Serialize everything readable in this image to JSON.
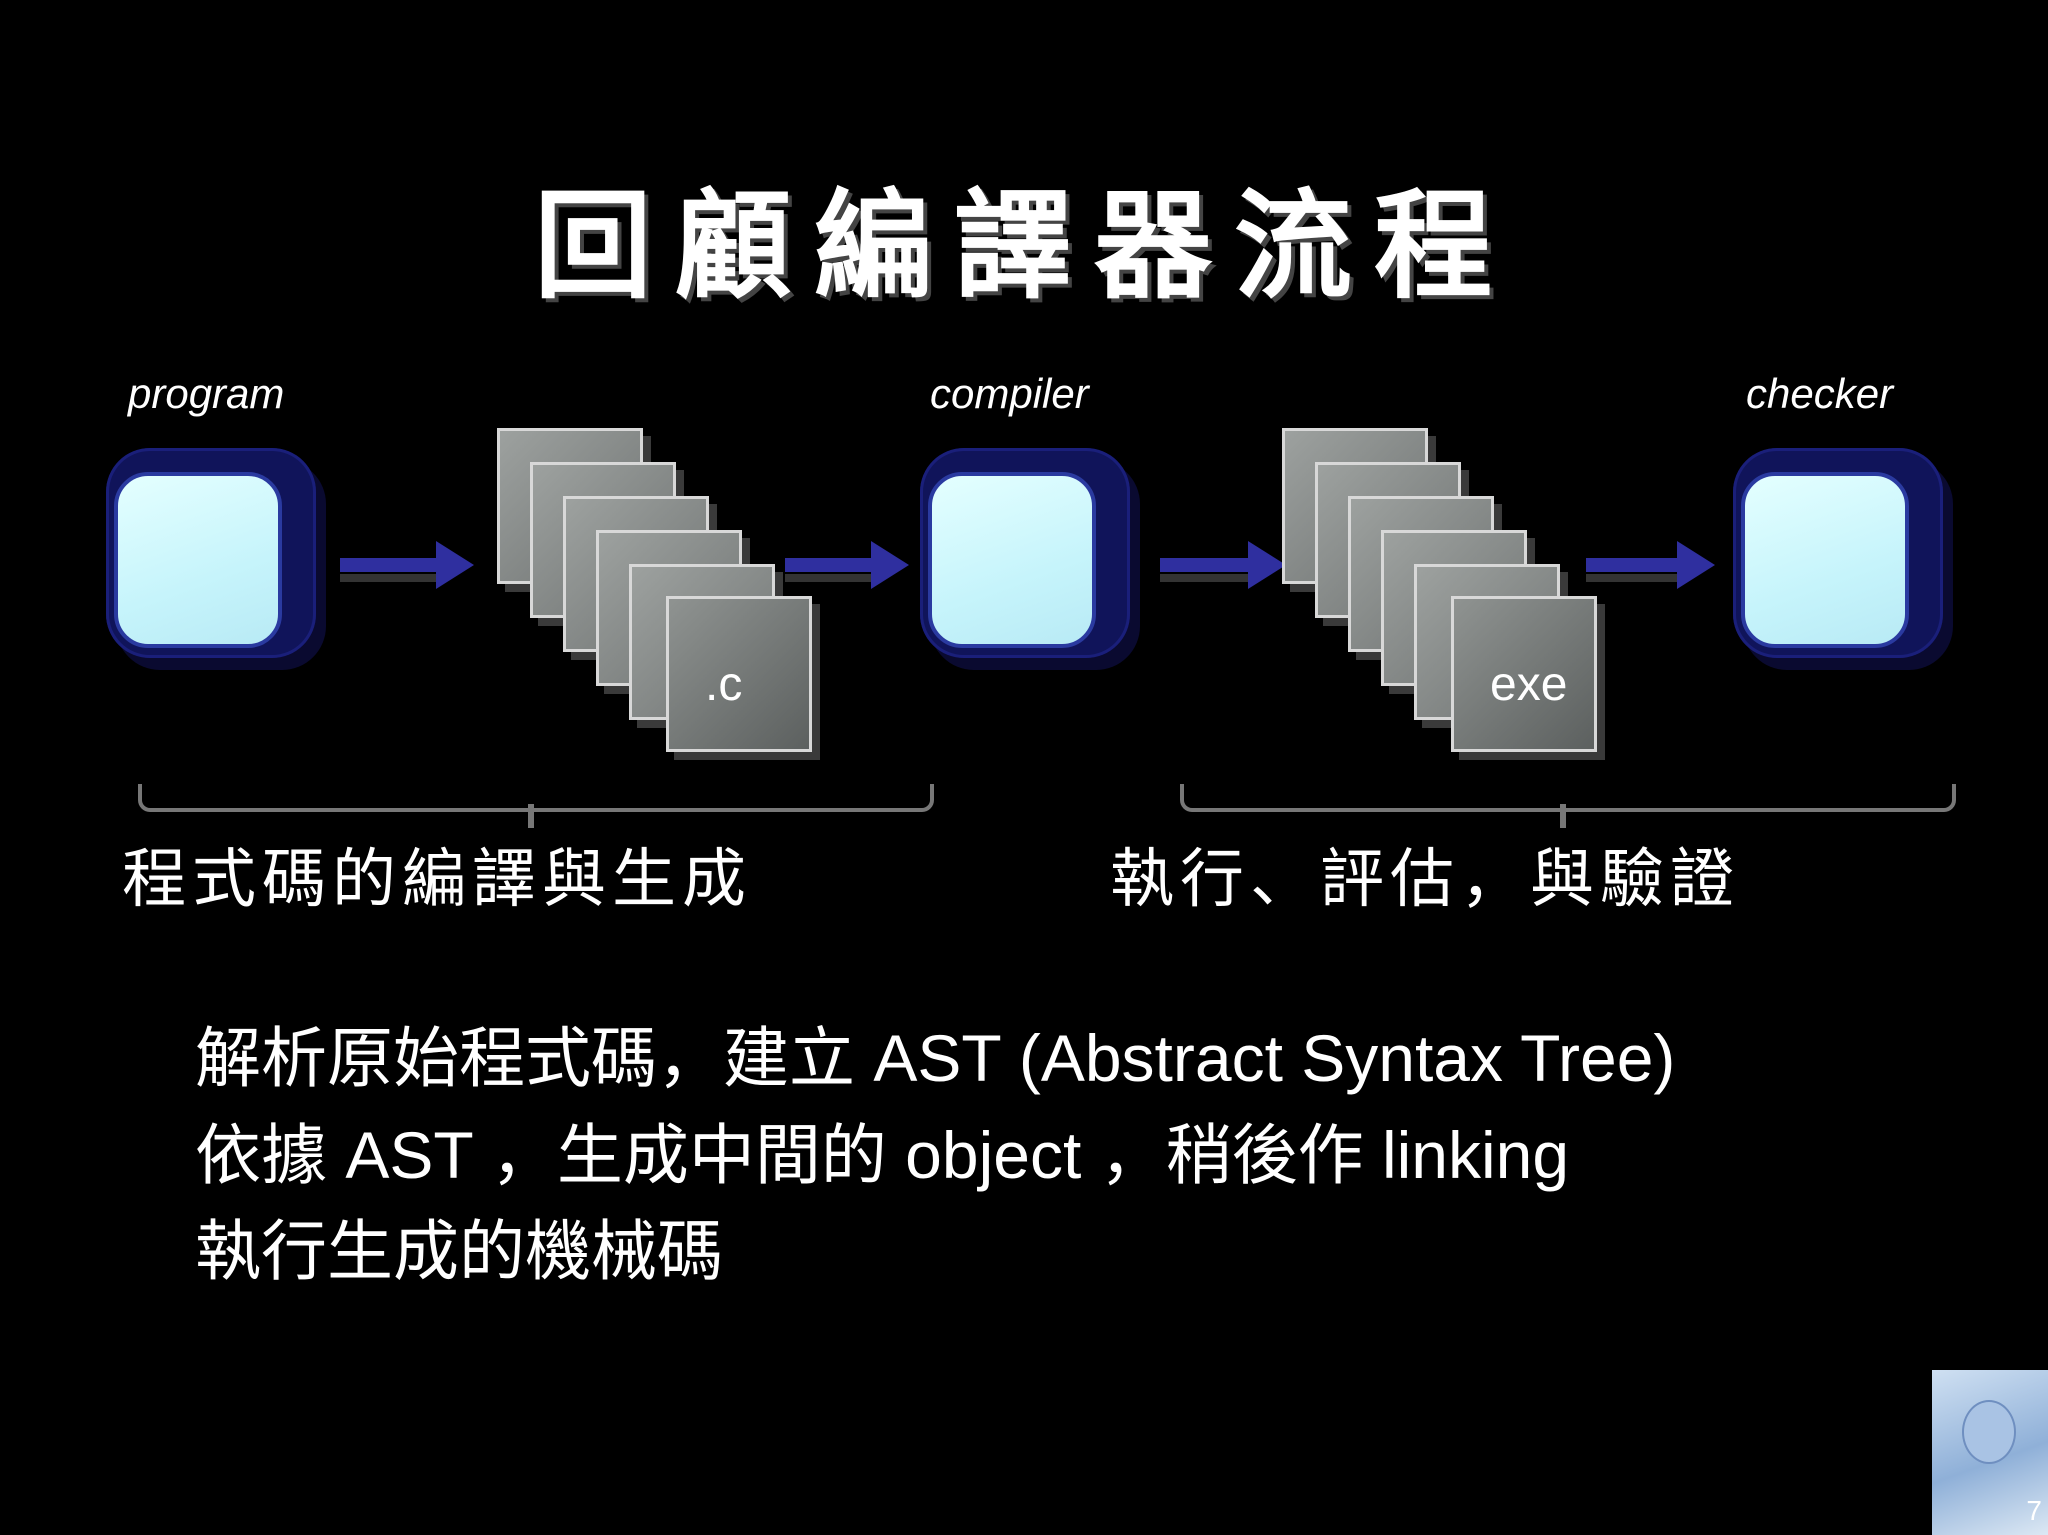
{
  "title": "回顧編譯器流程",
  "stages": [
    {
      "label": "program"
    },
    {
      "label": "compiler"
    },
    {
      "label": "checker"
    }
  ],
  "source_docs": [
    ".c",
    ".c",
    ".c",
    ".c",
    ".c",
    ".c"
  ],
  "exe_docs": [
    "exe",
    "exe",
    "exe",
    "exe",
    "exe",
    "exe"
  ],
  "captions": {
    "left": "程式碼的編譯與生成",
    "right": "執行、評估，與驗證"
  },
  "bullets": [
    {
      "zh": "解析原始程式碼，建立",
      "en": " AST (Abstract Syntax Tree)"
    },
    {
      "zh1": "依據",
      "en1": " AST ",
      "zh2": "，生成中間的",
      "en2": " object ",
      "zh3": "，稍後作",
      "en3": " linking"
    },
    {
      "zh": "執行生成的機械碼"
    }
  ],
  "page_number": "7",
  "colors": {
    "background": "#000000",
    "arrow": "#2f2f9f",
    "box_face": "#c6f4fb"
  }
}
